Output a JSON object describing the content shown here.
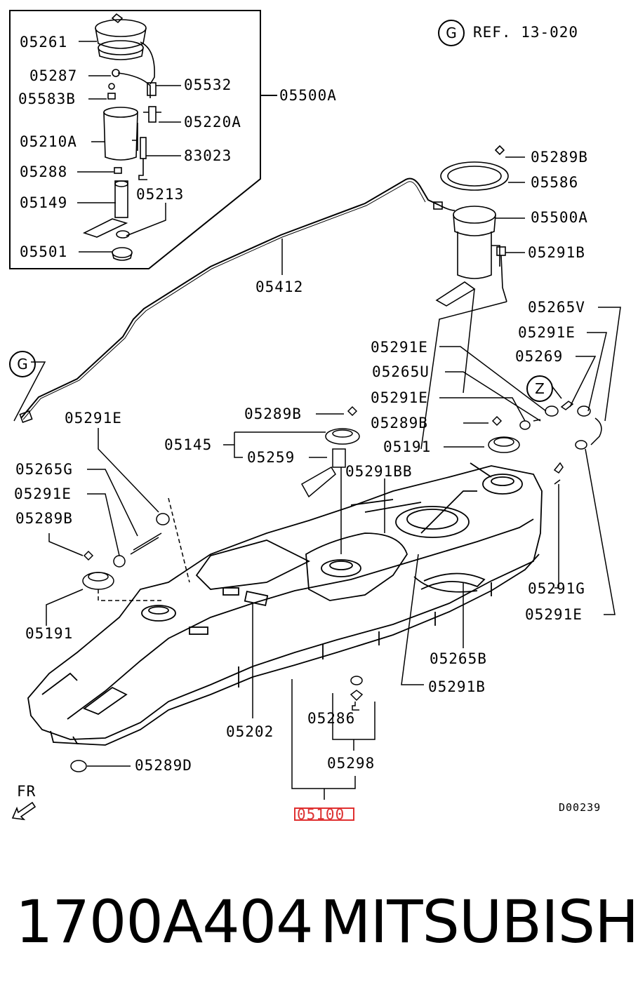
{
  "ref": {
    "circle": "G",
    "text": "REF. 13-020"
  },
  "marker_g": "G",
  "marker_z": "Z",
  "fr": "FR",
  "diagram_code": "D00239",
  "highlight": "05100",
  "labels": {
    "p05261": "05261",
    "p05287": "05287",
    "p05583B": "05583B",
    "p05210A": "05210A",
    "p05288": "05288",
    "p05149": "05149",
    "p05501": "05501",
    "p05532": "05532",
    "p05220A": "05220A",
    "p83023": "83023",
    "p05213": "05213",
    "p05500A_box": "05500A",
    "p05412": "05412",
    "p05289B_top": "05289B",
    "p05586": "05586",
    "p05500A": "05500A",
    "p05291B_top": "05291B",
    "p05265V": "05265V",
    "p05291E_r1": "05291E",
    "p05269": "05269",
    "p05291E_c1": "05291E",
    "p05265U": "05265U",
    "p05291E_c2": "05291E",
    "p05289B_c": "05289B",
    "p05191_c": "05191",
    "p05291BB": "05291BB",
    "p05291E_l": "05291E",
    "p05289B_m": "05289B",
    "p05145": "05145",
    "p05259": "05259",
    "p05265G": "05265G",
    "p05291E_l2": "05291E",
    "p05289B_l": "05289B",
    "p05191_l": "05191",
    "p05291G": "05291G",
    "p05291E_r2": "05291E",
    "p05265B": "05265B",
    "p05291B_b": "05291B",
    "p05286": "05286",
    "p05202": "05202",
    "p05298": "05298",
    "p05289D": "05289D"
  },
  "part_number": "1700A404",
  "brand": "MITSUBISHI",
  "colors": {
    "line": "#000000",
    "highlight": "#e03030"
  }
}
